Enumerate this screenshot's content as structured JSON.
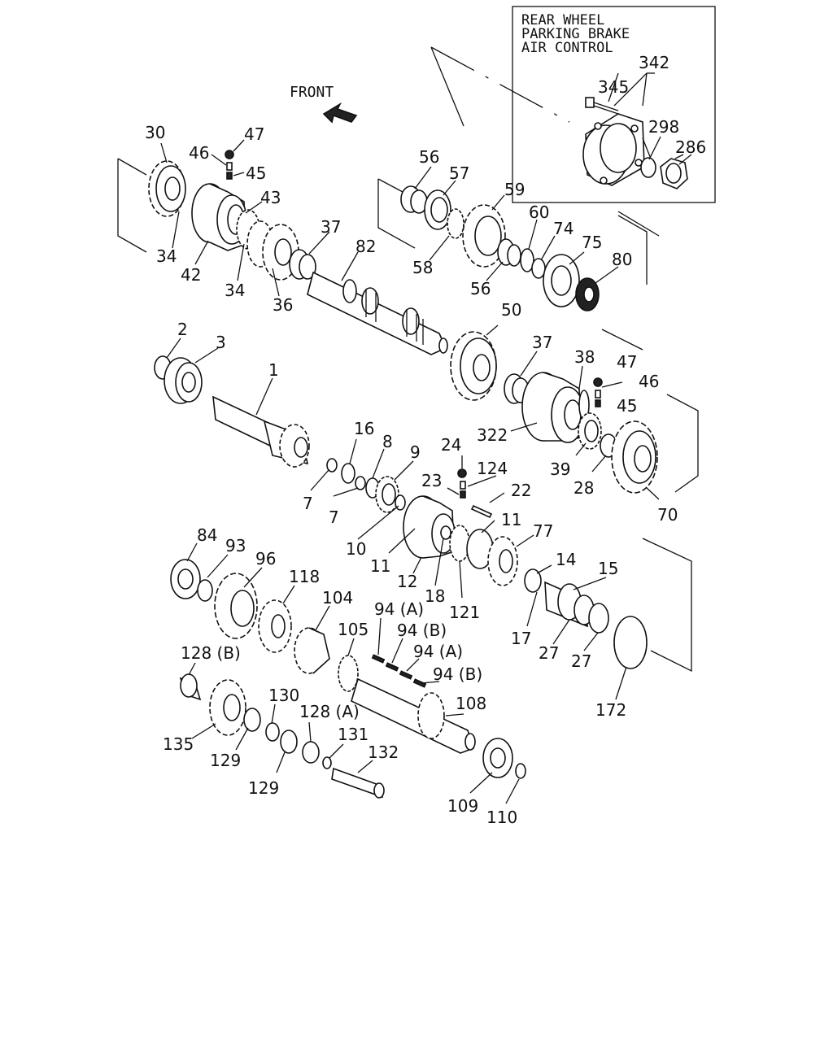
{
  "inset": {
    "title_lines": [
      "REAR WHEEL",
      "PARKING BRAKE",
      "AIR CONTROL"
    ]
  },
  "direction_label": "FRONT",
  "labels": {
    "l342": "342",
    "l345": "345",
    "l298": "298",
    "l286": "286",
    "l30": "30",
    "l47a": "47",
    "l46a": "46",
    "l45a": "45",
    "l43": "43",
    "l34a": "34",
    "l42": "42",
    "l34b": "34",
    "l37a": "37",
    "l36": "36",
    "l82": "82",
    "l56a": "56",
    "l57": "57",
    "l59": "59",
    "l58": "58",
    "l60": "60",
    "l74": "74",
    "l75": "75",
    "l56b": "56",
    "l80": "80",
    "l2": "2",
    "l3": "3",
    "l1": "1",
    "l50": "50",
    "l37b": "37",
    "l38": "38",
    "l47b": "47",
    "l46b": "46",
    "l45b": "45",
    "l322": "322",
    "l39": "39",
    "l28": "28",
    "l70": "70",
    "l16": "16",
    "l8": "8",
    "l9": "9",
    "l24": "24",
    "l124": "124",
    "l23": "23",
    "l22": "22",
    "l7a": "7",
    "l7b": "7",
    "l10": "10",
    "l11a": "11",
    "l11b": "11",
    "l77": "77",
    "l12": "12",
    "l18": "18",
    "l121": "121",
    "l14": "14",
    "l15": "15",
    "l17": "17",
    "l27a": "27",
    "l27b": "27",
    "l172": "172",
    "l84": "84",
    "l93": "93",
    "l96": "96",
    "l118": "118",
    "l104": "104",
    "l105": "105",
    "l94a": "94 (A)",
    "l94b": "94 (B)",
    "l94c": "94 (A)",
    "l94d": "94 (B)",
    "l128b": "128 (B)",
    "l130": "130",
    "l128a": "128 (A)",
    "l108": "108",
    "l135": "135",
    "l129a": "129",
    "l131": "131",
    "l132": "132",
    "l129b": "129",
    "l109": "109",
    "l110": "110"
  },
  "colors": {
    "ink": "#111111",
    "paper": "#ffffff"
  }
}
